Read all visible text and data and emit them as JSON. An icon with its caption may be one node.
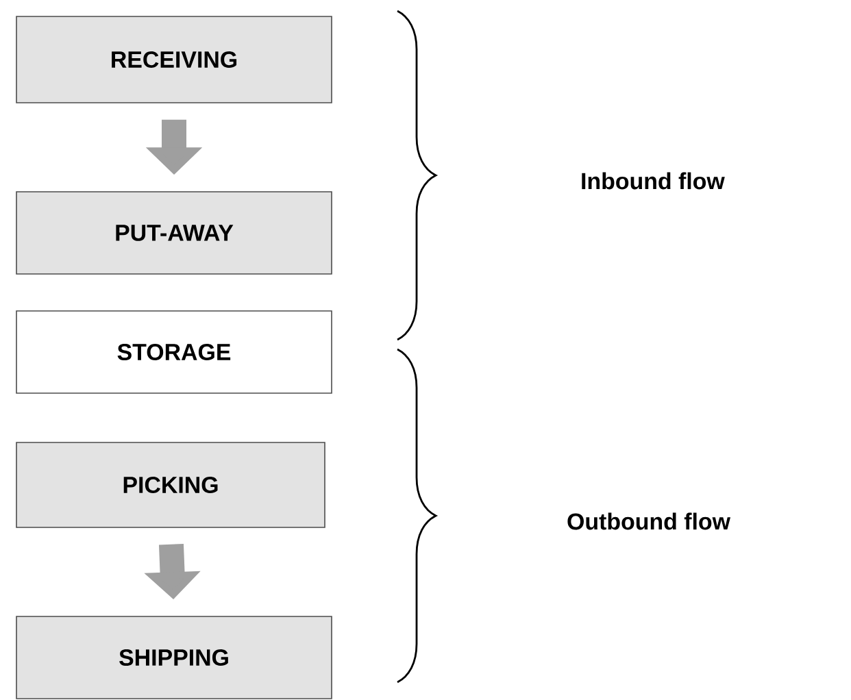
{
  "diagram": {
    "nodes": [
      {
        "text": [
          "RECEIVING"
        ]
      },
      {
        "text": [
          "PUT-AWAY"
        ]
      },
      {
        "text": [
          "STORAGE"
        ]
      },
      {
        "text": [
          "PICKING"
        ]
      },
      {
        "text": [
          "SHIPPING"
        ]
      }
    ],
    "edges": [
      {
        "from": 0,
        "to": 1,
        "arrow": "to"
      },
      {
        "from": 3,
        "to": 4,
        "arrow": "to"
      }
    ],
    "labels": [
      "Inbound flow",
      "Outbound flow"
    ]
  }
}
